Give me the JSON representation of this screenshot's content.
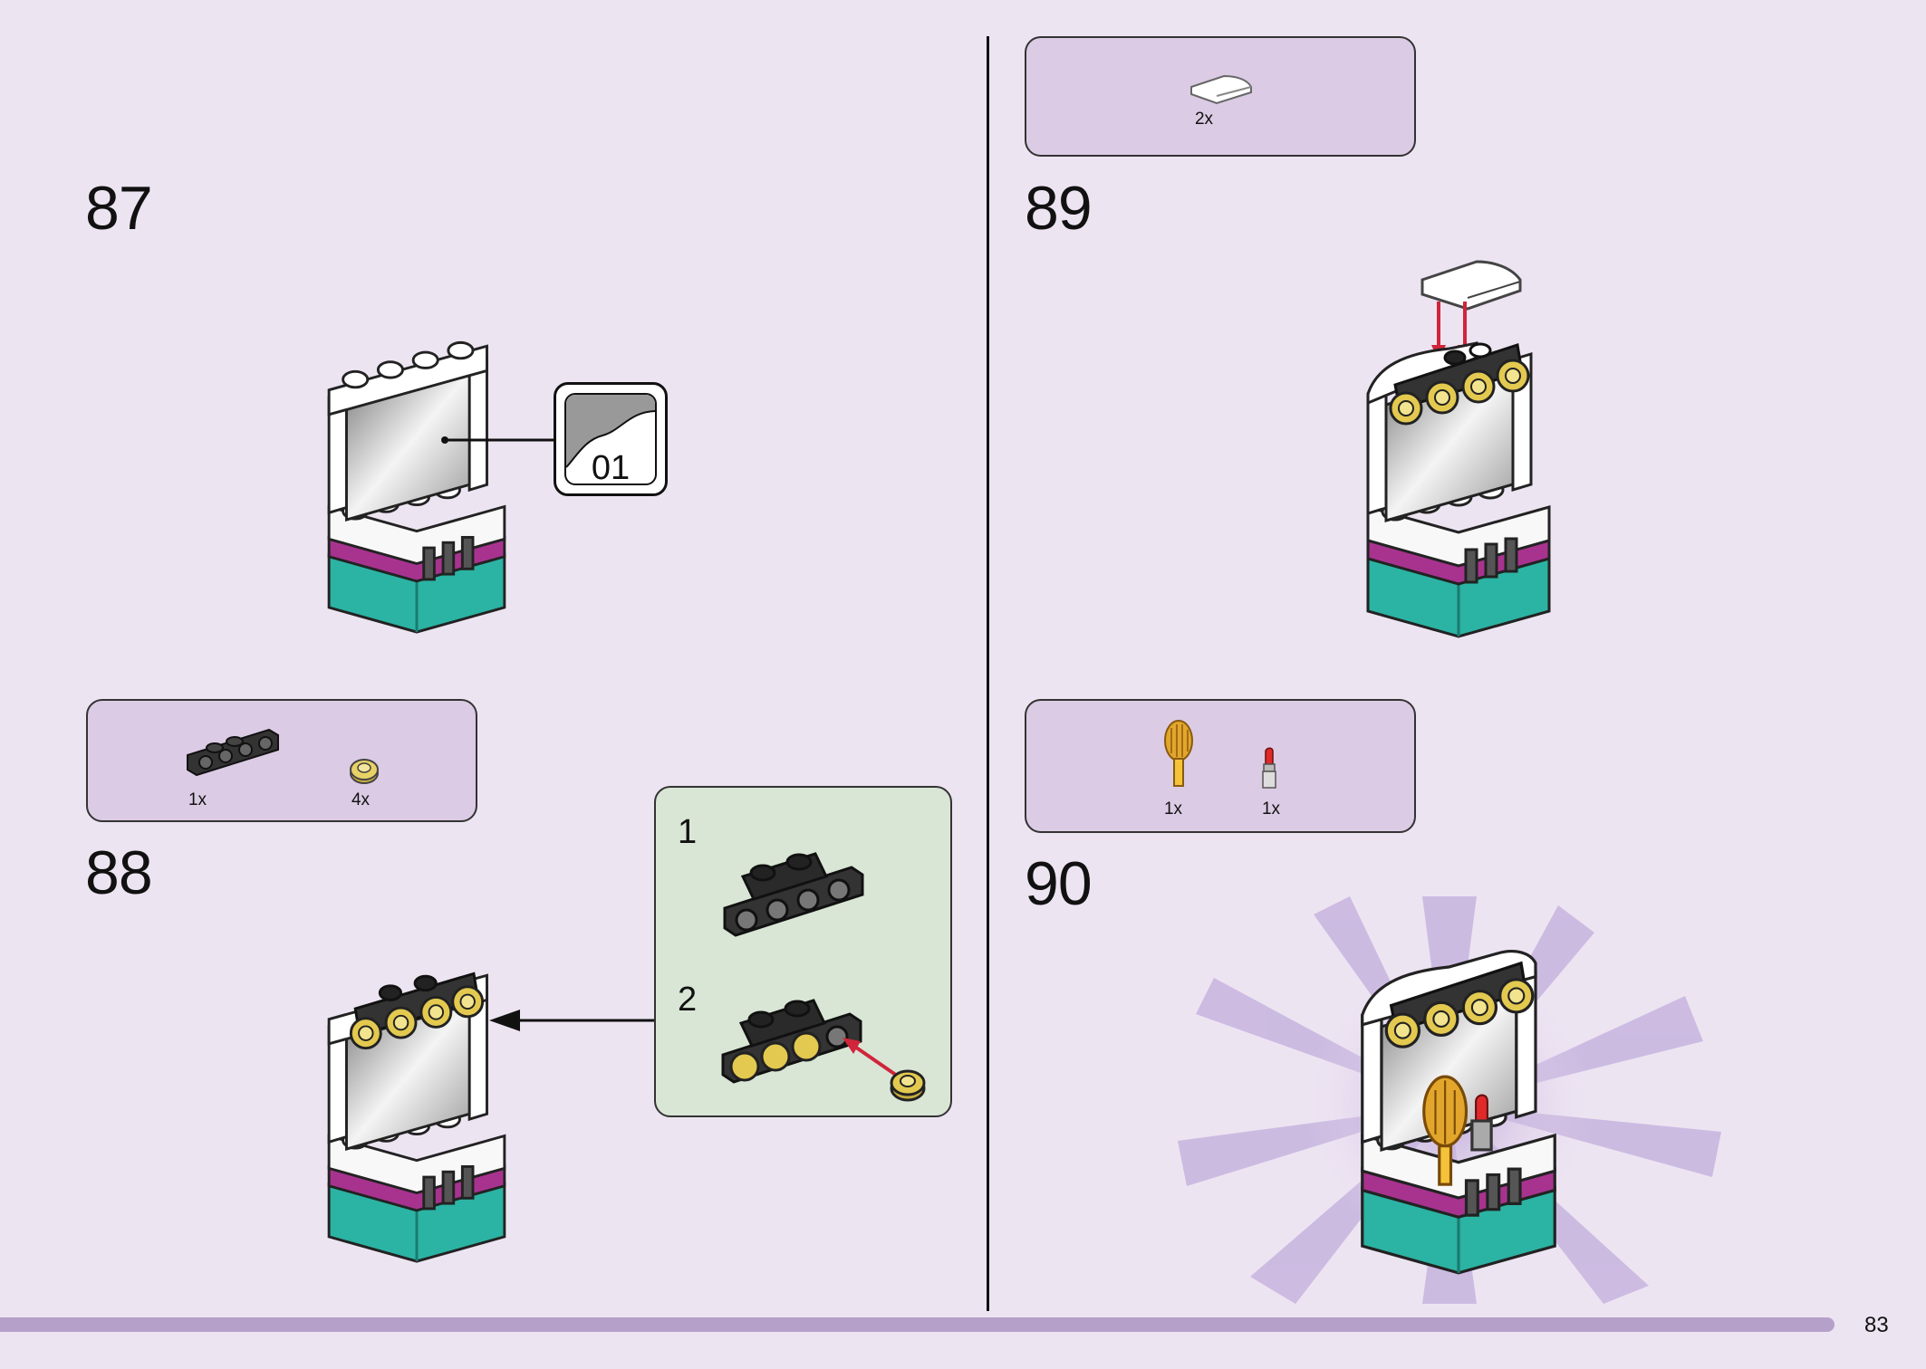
{
  "steps": {
    "s87": "87",
    "s88": "88",
    "s89": "89",
    "s90": "90"
  },
  "parts_88": {
    "item1_qty": "1x",
    "item2_qty": "4x"
  },
  "parts_89": {
    "item1_qty": "2x"
  },
  "parts_90": {
    "item1_qty": "1x",
    "item2_qty": "1x"
  },
  "sticker": {
    "label": "01"
  },
  "substeps": {
    "one": "1",
    "two": "2"
  },
  "page_number": "83",
  "colors": {
    "background": "#ede4f2",
    "parts_box": "#dccbe4",
    "substep_box": "#d9e6d6",
    "teal": "#2bb3a3",
    "magenta": "#a8338f",
    "gold": "#d9c04a",
    "arrow_red": "#d0253a"
  }
}
